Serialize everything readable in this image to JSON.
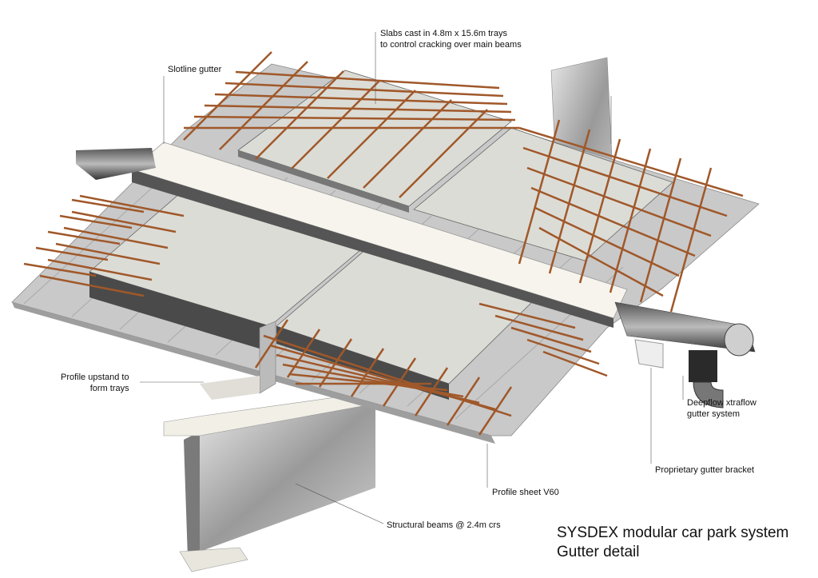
{
  "labels": {
    "slabs": "Slabs cast in 4.8m x 15.6m trays",
    "slabs_2": "to control cracking over main beams",
    "slotline": "Slotline gutter",
    "upstand": "Profile upstand to",
    "upstand_2": "form trays",
    "deepflow": "Deepflow xtraflow",
    "deepflow_2": "gutter system",
    "bracket": "Proprietary gutter bracket",
    "profile_sheet": "Profile sheet V60",
    "beams": "Structural beams @ 2.4m crs"
  },
  "title": {
    "line1": "SYSDEX  modular car park system",
    "line2": "Gutter detail"
  },
  "colors": {
    "slab": "#dcdcd6",
    "rebar": "#a0582a",
    "deck": "#c9c9c9",
    "gutter_strip": "#f6f4ec",
    "steel": "#8a8a8a"
  }
}
